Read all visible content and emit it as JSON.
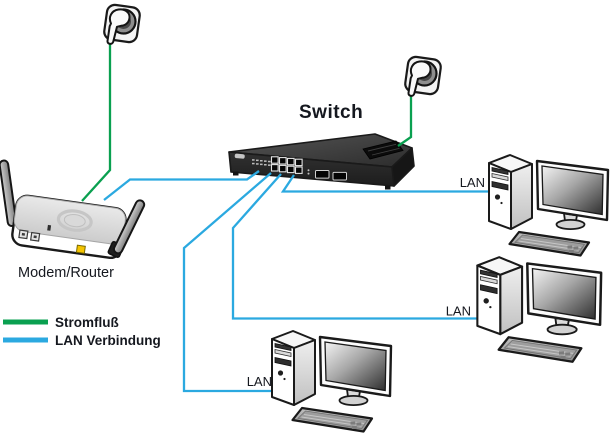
{
  "diagram": {
    "switch_label": "Switch",
    "modem_router_label": "Modem/Router",
    "computer_labels": [
      "LAN",
      "LAN",
      "LAN"
    ],
    "legend": {
      "items": [
        {
          "label": "Stromfluß"
        },
        {
          "label": "LAN Verbindung"
        }
      ]
    },
    "colors": {
      "power_green": "#0aa050",
      "lan_blue": "#2ba9e0",
      "label_text": "#15181f"
    }
  }
}
